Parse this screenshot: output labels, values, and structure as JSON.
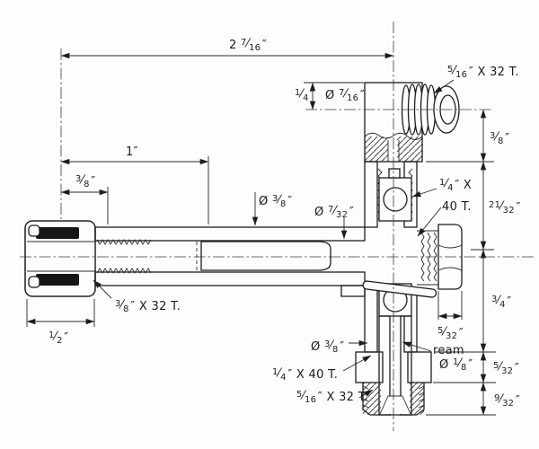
{
  "drawing": {
    "type": "technical-section-drawing",
    "subject": "needle-valve cross section",
    "colors": {
      "paper": "#fdfdfc",
      "ink": "#1d1d1d"
    },
    "labels": {
      "overall_length": "2 7/16″",
      "stem_length": "1″",
      "stem_step": "3/8″",
      "knob_length": "1/2″",
      "stem_thread": "3/8″ X 32 T.",
      "stem_diameter": "Ø 3/8″",
      "stem_bore": "Ø 7/32″",
      "body_top_offset": "1/4″",
      "body_diameter": "Ø 7/16″",
      "inlet_thread": "5/16″ X 32 T.",
      "dim_3_8": "3/8″",
      "gland_thread_line1": "1/4″ X",
      "gland_thread_line2": "40 T.",
      "dim_21_32": "21/32″",
      "dim_3_4": "3/4″",
      "nut_width": "5/32″",
      "ream_line1": "ream",
      "ream_line2": "Ø 1/8″",
      "outlet_diameter": "Ø 3/8″",
      "outlet_inner_thread": "1/4″ X 40 T.",
      "outlet_thread": "5/16″ X 32 T.",
      "dim_5_32": "5/32″",
      "dim_9_32": "9/32″"
    }
  }
}
